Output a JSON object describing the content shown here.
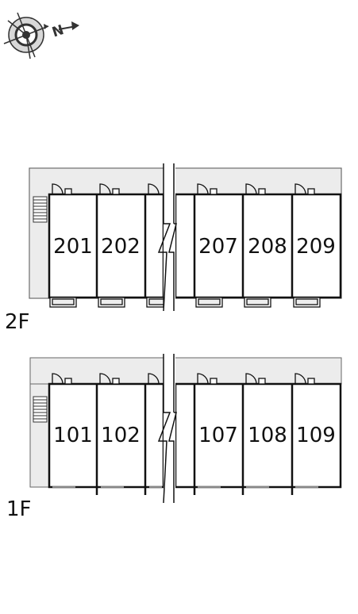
{
  "compass": {
    "label": "N",
    "icon": "compass-rose-icon"
  },
  "floors": [
    {
      "id": "2F",
      "label": "2F",
      "rooms_left": [
        "201",
        "202"
      ],
      "rooms_right": [
        "207",
        "208",
        "209"
      ]
    },
    {
      "id": "1F",
      "label": "1F",
      "rooms_left": [
        "101",
        "102"
      ],
      "rooms_right": [
        "107",
        "108",
        "109"
      ]
    }
  ],
  "colors": {
    "line": "#111111",
    "corridor": "#ececec",
    "background": "#ffffff"
  }
}
